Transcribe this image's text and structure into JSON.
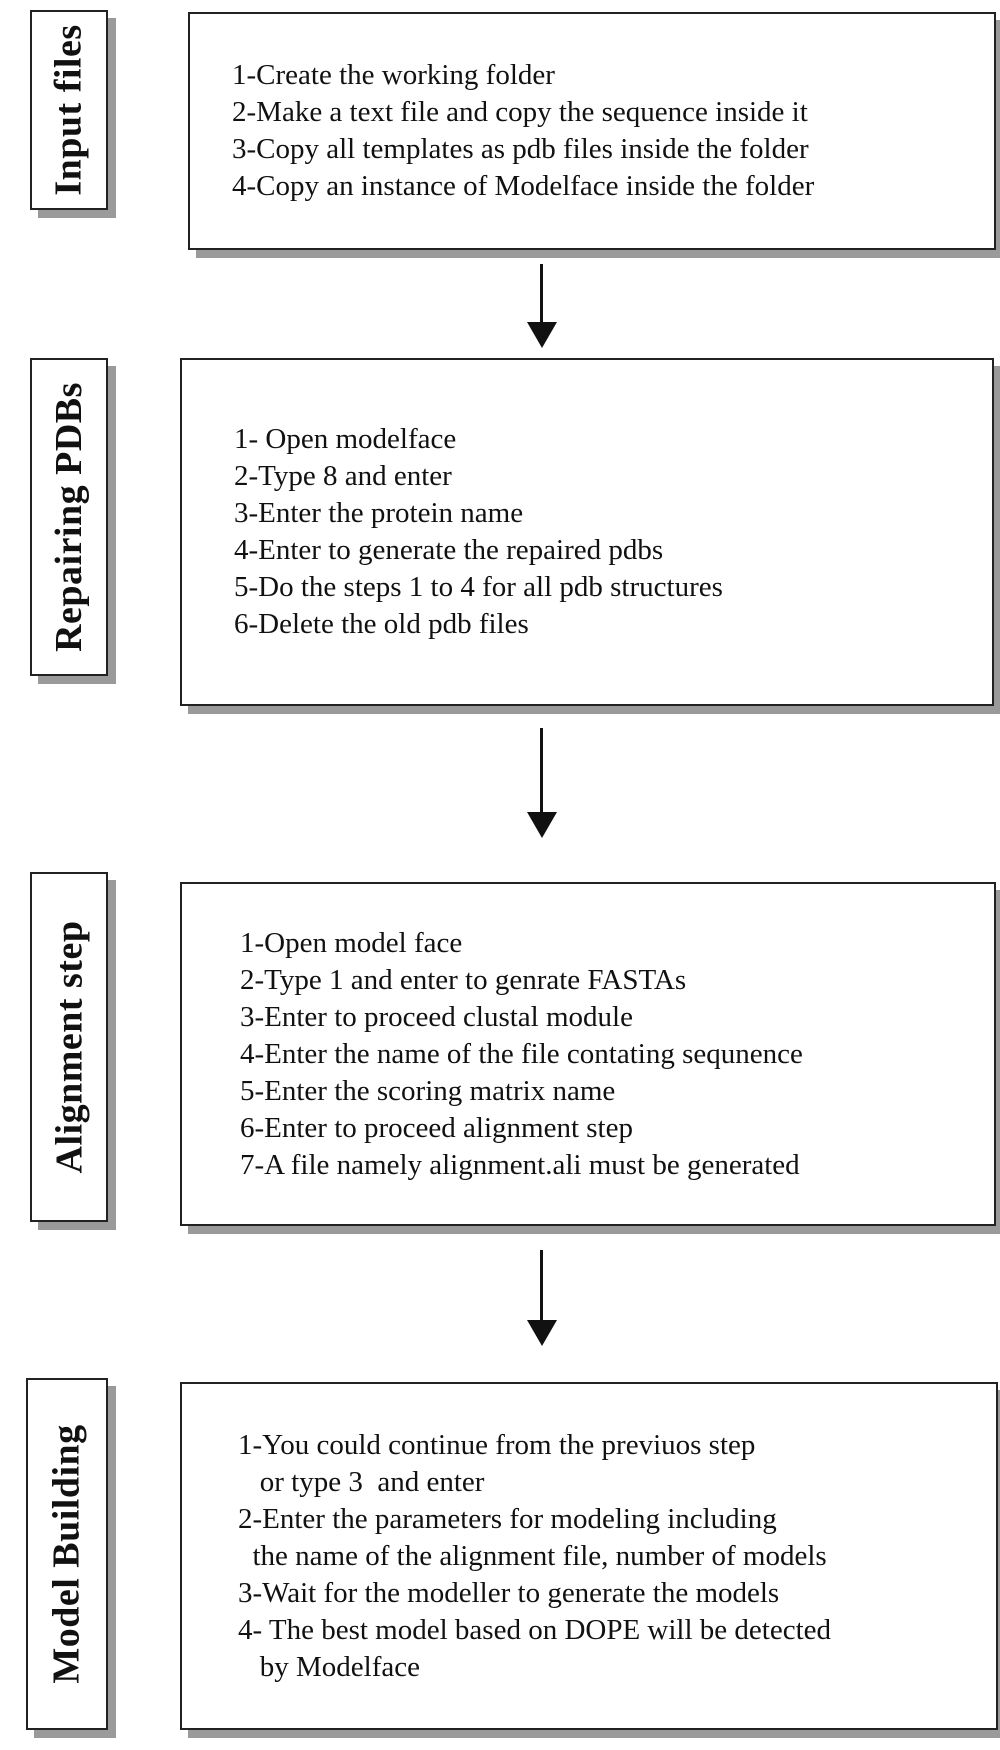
{
  "steps": [
    {
      "title": "Input files",
      "lines": [
        "1-Create the working folder",
        "2-Make a text file and copy the sequence inside it",
        "3-Copy all templates as pdb files inside the folder",
        "4-Copy an instance of Modelface inside the folder"
      ]
    },
    {
      "title": "Repairing PDBs",
      "lines": [
        "1- Open modelface",
        "2-Type 8 and enter",
        "3-Enter the protein name",
        "4-Enter to generate the repaired pdbs",
        "5-Do the steps 1 to 4 for all pdb structures",
        "6-Delete the old pdb files"
      ]
    },
    {
      "title": "Alignment step",
      "lines": [
        "1-Open model face",
        "2-Type 1 and enter to genrate FASTAs",
        "3-Enter to proceed clustal module",
        "4-Enter the name of the file contating sequnence",
        "5-Enter the scoring matrix name",
        "6-Enter to proceed alignment step",
        "7-A file namely alignment.ali must be generated"
      ]
    },
    {
      "title": "Model Building",
      "lines": [
        "1-You could continue from the previuos step",
        "   or type 3  and enter",
        "2-Enter the parameters for modeling including",
        "  the name of the alignment file, number of models",
        "3-Wait for the modeller to generate the models",
        "4- The best model based on DOPE will be detected",
        "   by Modelface"
      ]
    }
  ]
}
